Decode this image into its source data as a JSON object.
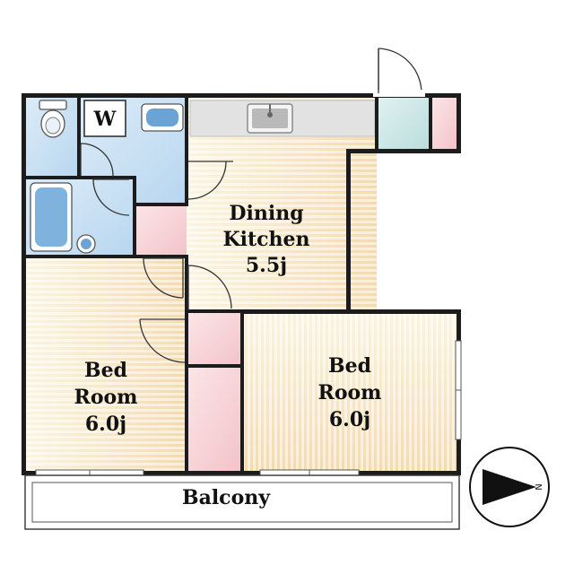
{
  "rooms": {
    "dining": {
      "line1": "Dining",
      "line2": "Kitchen",
      "size": "5.5j"
    },
    "bed_west": {
      "line1": "Bed",
      "line2": "Room",
      "size": "6.0j"
    },
    "bed_east": {
      "line1": "Bed",
      "line2": "Room",
      "size": "6.0j"
    },
    "balcony": "Balcony"
  },
  "laundry_mark": "W",
  "compass": {
    "letter": "N",
    "direction": "east"
  },
  "colors": {
    "wet_area": "#c5dff3",
    "floor_light": "#fbf3dd",
    "floor_warm": "#f6e1b6",
    "closet": "#f7d3d6",
    "entrance": "#c9e6e6",
    "wall": "#1c1c1c",
    "counter": "#dedede"
  }
}
